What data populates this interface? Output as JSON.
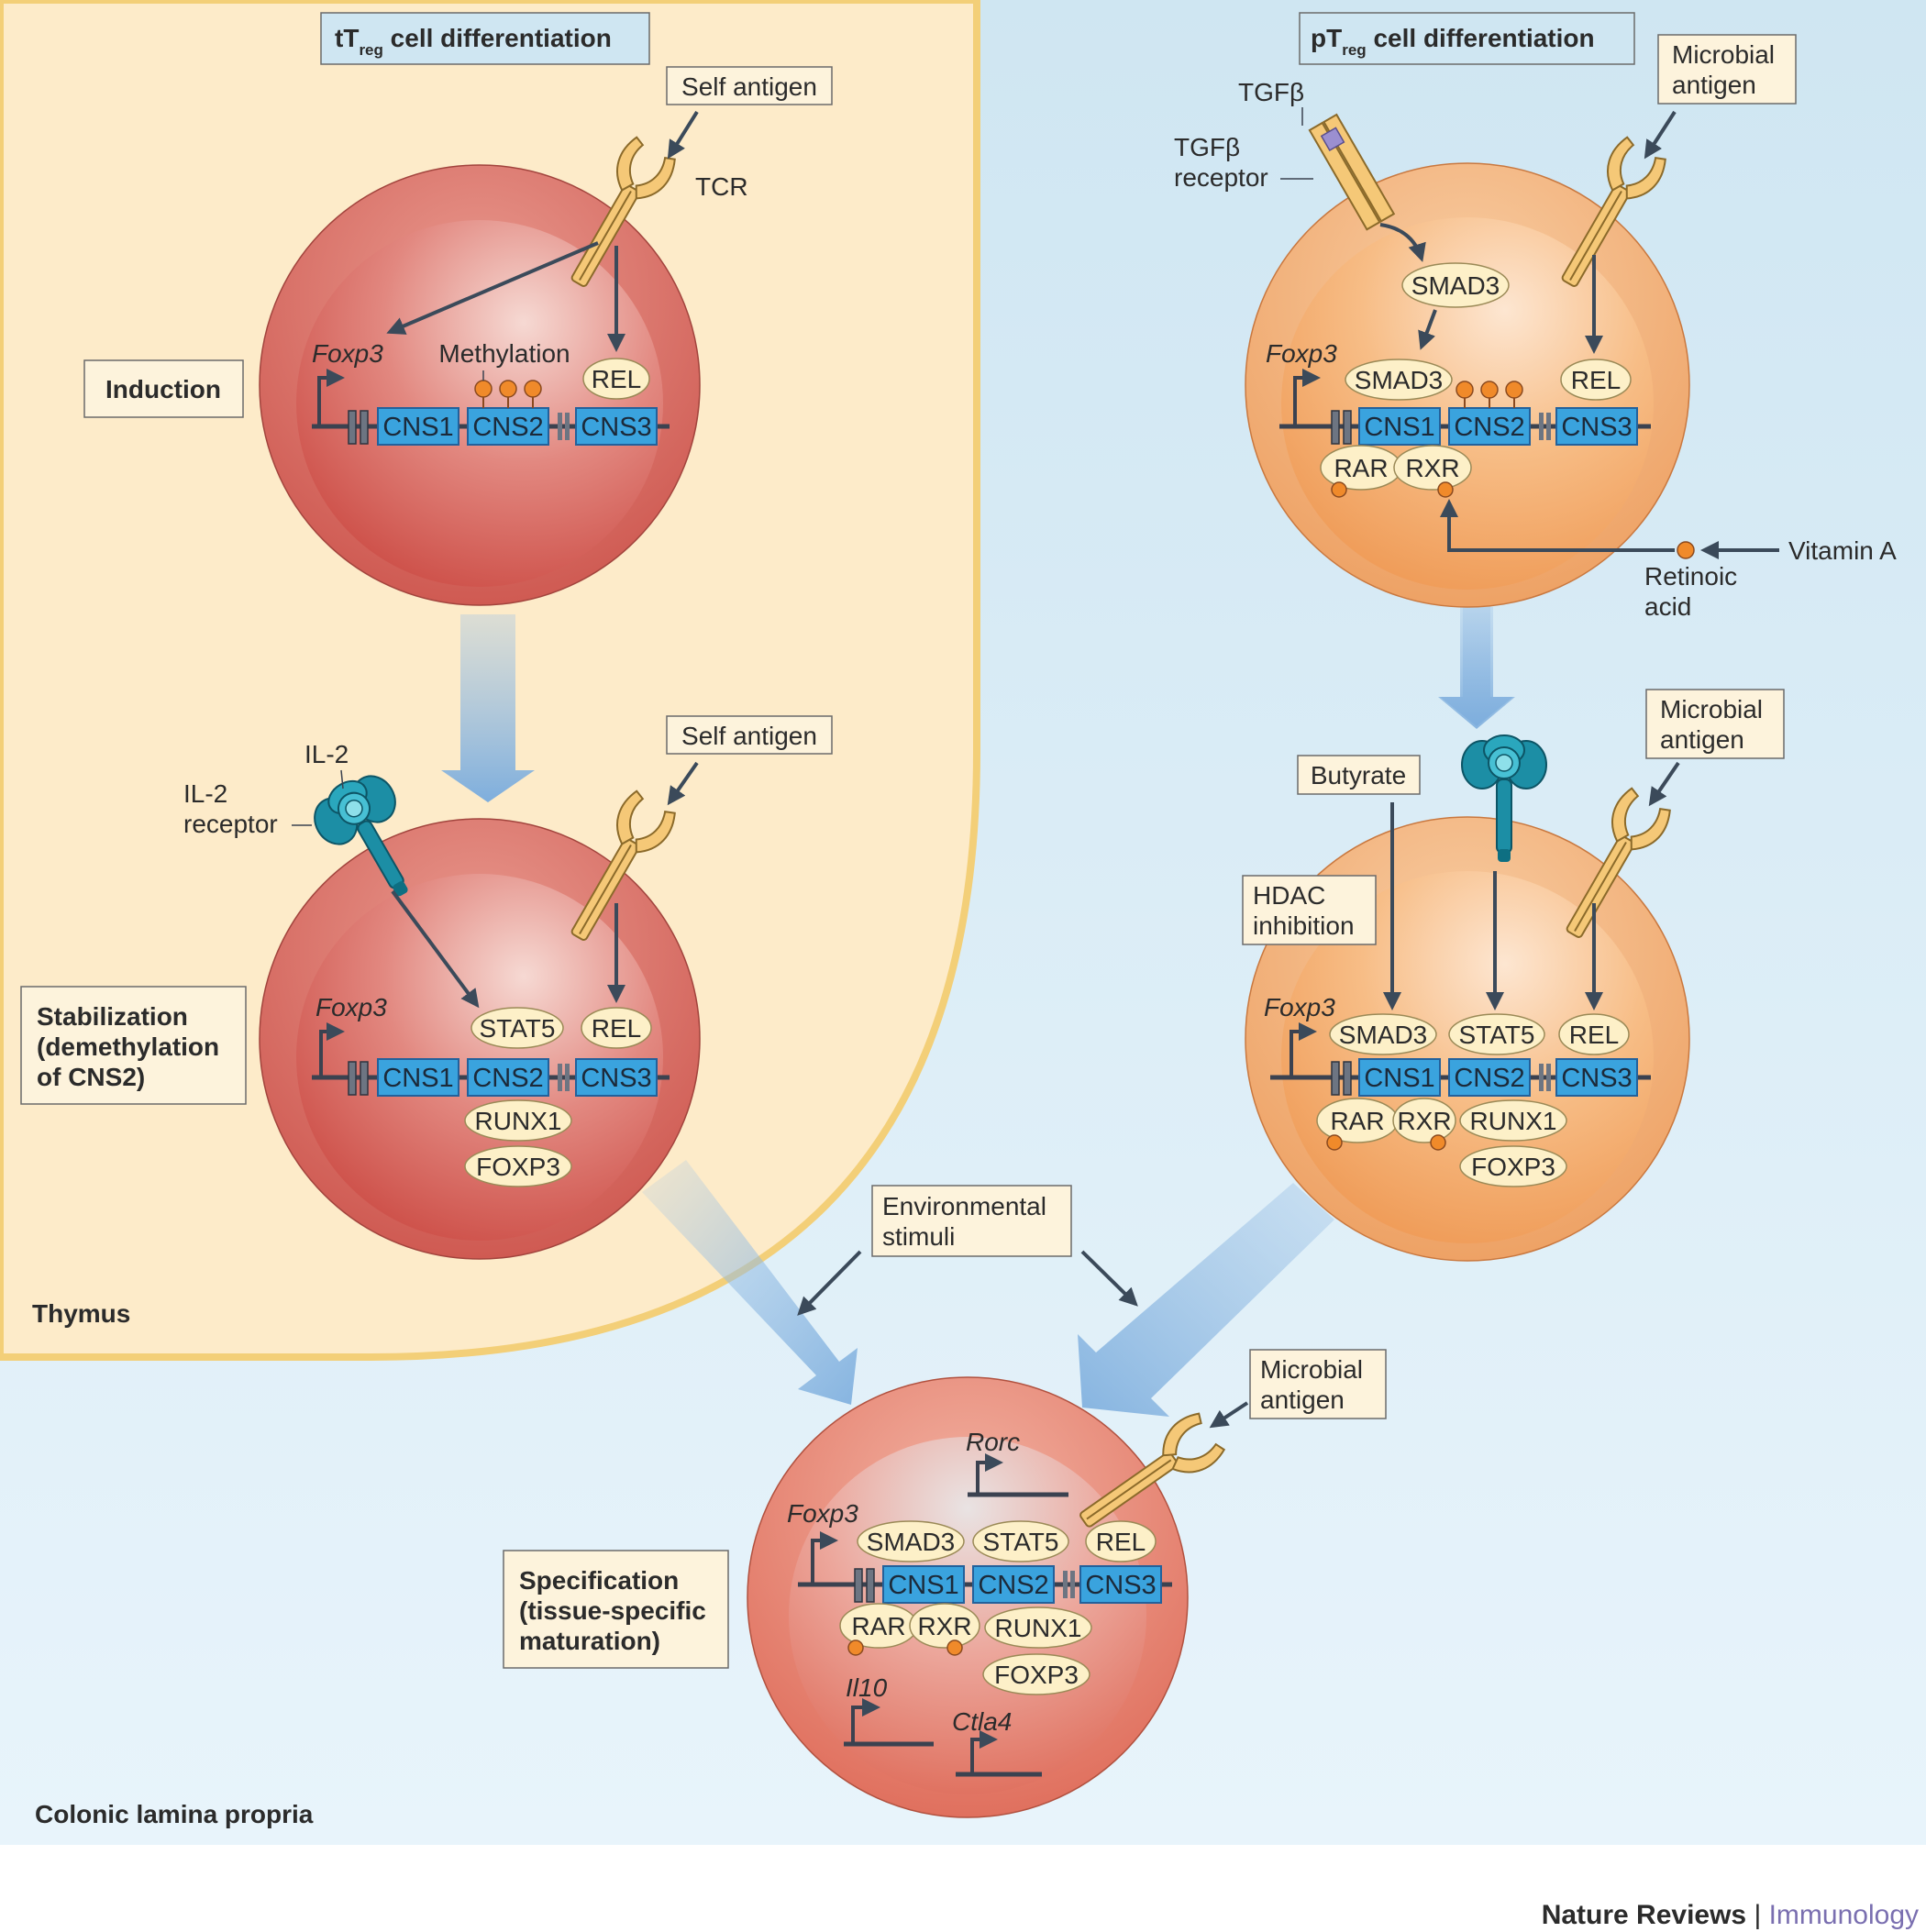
{
  "panels": {
    "ttreg_title_pre": "tT",
    "ttreg_title_sub": "reg",
    "ttreg_title_post": " cell differentiation",
    "ptreg_title_pre": "pT",
    "ptreg_title_sub": "reg",
    "ptreg_title_post": " cell differentiation"
  },
  "regions": {
    "thymus": "Thymus",
    "colonic": "Colonic lamina propria"
  },
  "stages": {
    "induction": "Induction",
    "stabilization": [
      "Stabilization",
      "(demethylation",
      "of CNS2)"
    ],
    "specification": [
      "Specification",
      "(tissue-specific",
      "maturation)"
    ]
  },
  "labels": {
    "self_antigen": "Self antigen",
    "microbial_antigen": [
      "Microbial",
      "antigen"
    ],
    "tcr": "TCR",
    "methylation": "Methylation",
    "foxp3_gene": "Foxp3",
    "il2": "IL-2",
    "il2_receptor": [
      "IL-2",
      "receptor"
    ],
    "tgfb": "TGFβ",
    "tgfb_receptor": [
      "TGFβ",
      "receptor"
    ],
    "vitamin_a": "Vitamin A",
    "retinoic_acid": [
      "Retinoic",
      "acid"
    ],
    "butyrate": "Butyrate",
    "hdac_inhibition": [
      "HDAC",
      "inhibition"
    ],
    "environmental_stimuli": [
      "Environmental",
      "stimuli"
    ],
    "rorc": "Rorc",
    "il10": "Il10",
    "ctla4": "Ctla4"
  },
  "elements": {
    "cns1": "CNS1",
    "cns2": "CNS2",
    "cns3": "CNS3"
  },
  "factors": {
    "rel": "REL",
    "smad3": "SMAD3",
    "stat5": "STAT5",
    "runx1": "RUNX1",
    "foxp3": "FOXP3",
    "rar": "RAR",
    "rxr": "RXR"
  },
  "footer": {
    "journal": "Nature Reviews",
    "separator": " | ",
    "section": "Immunology"
  },
  "colors": {
    "thymus_bg": "#fdebc9",
    "thymus_border": "#f3cf78",
    "periphery_bg": "#d8ecf6",
    "cns_box": "#3aa3de",
    "factor_oval": "#fdf0c8",
    "ttreg_cell": "#d5534c",
    "ptreg_cell": "#f0a35e",
    "journal_section": "#7a6fb0"
  }
}
